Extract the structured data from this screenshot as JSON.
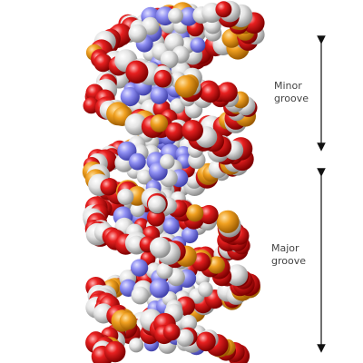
{
  "figure": {
    "labels": {
      "minor_groove": [
        "Minor",
        "groove"
      ],
      "major_groove": [
        "Major",
        "groove"
      ]
    },
    "atom_colors": {
      "oxygen": "#d80f0f",
      "carbon": "#e6e6e6",
      "nitrogen": "#8c8cf0",
      "phosphorus": "#eb9b1e"
    },
    "arrow_color": "#111111"
  }
}
